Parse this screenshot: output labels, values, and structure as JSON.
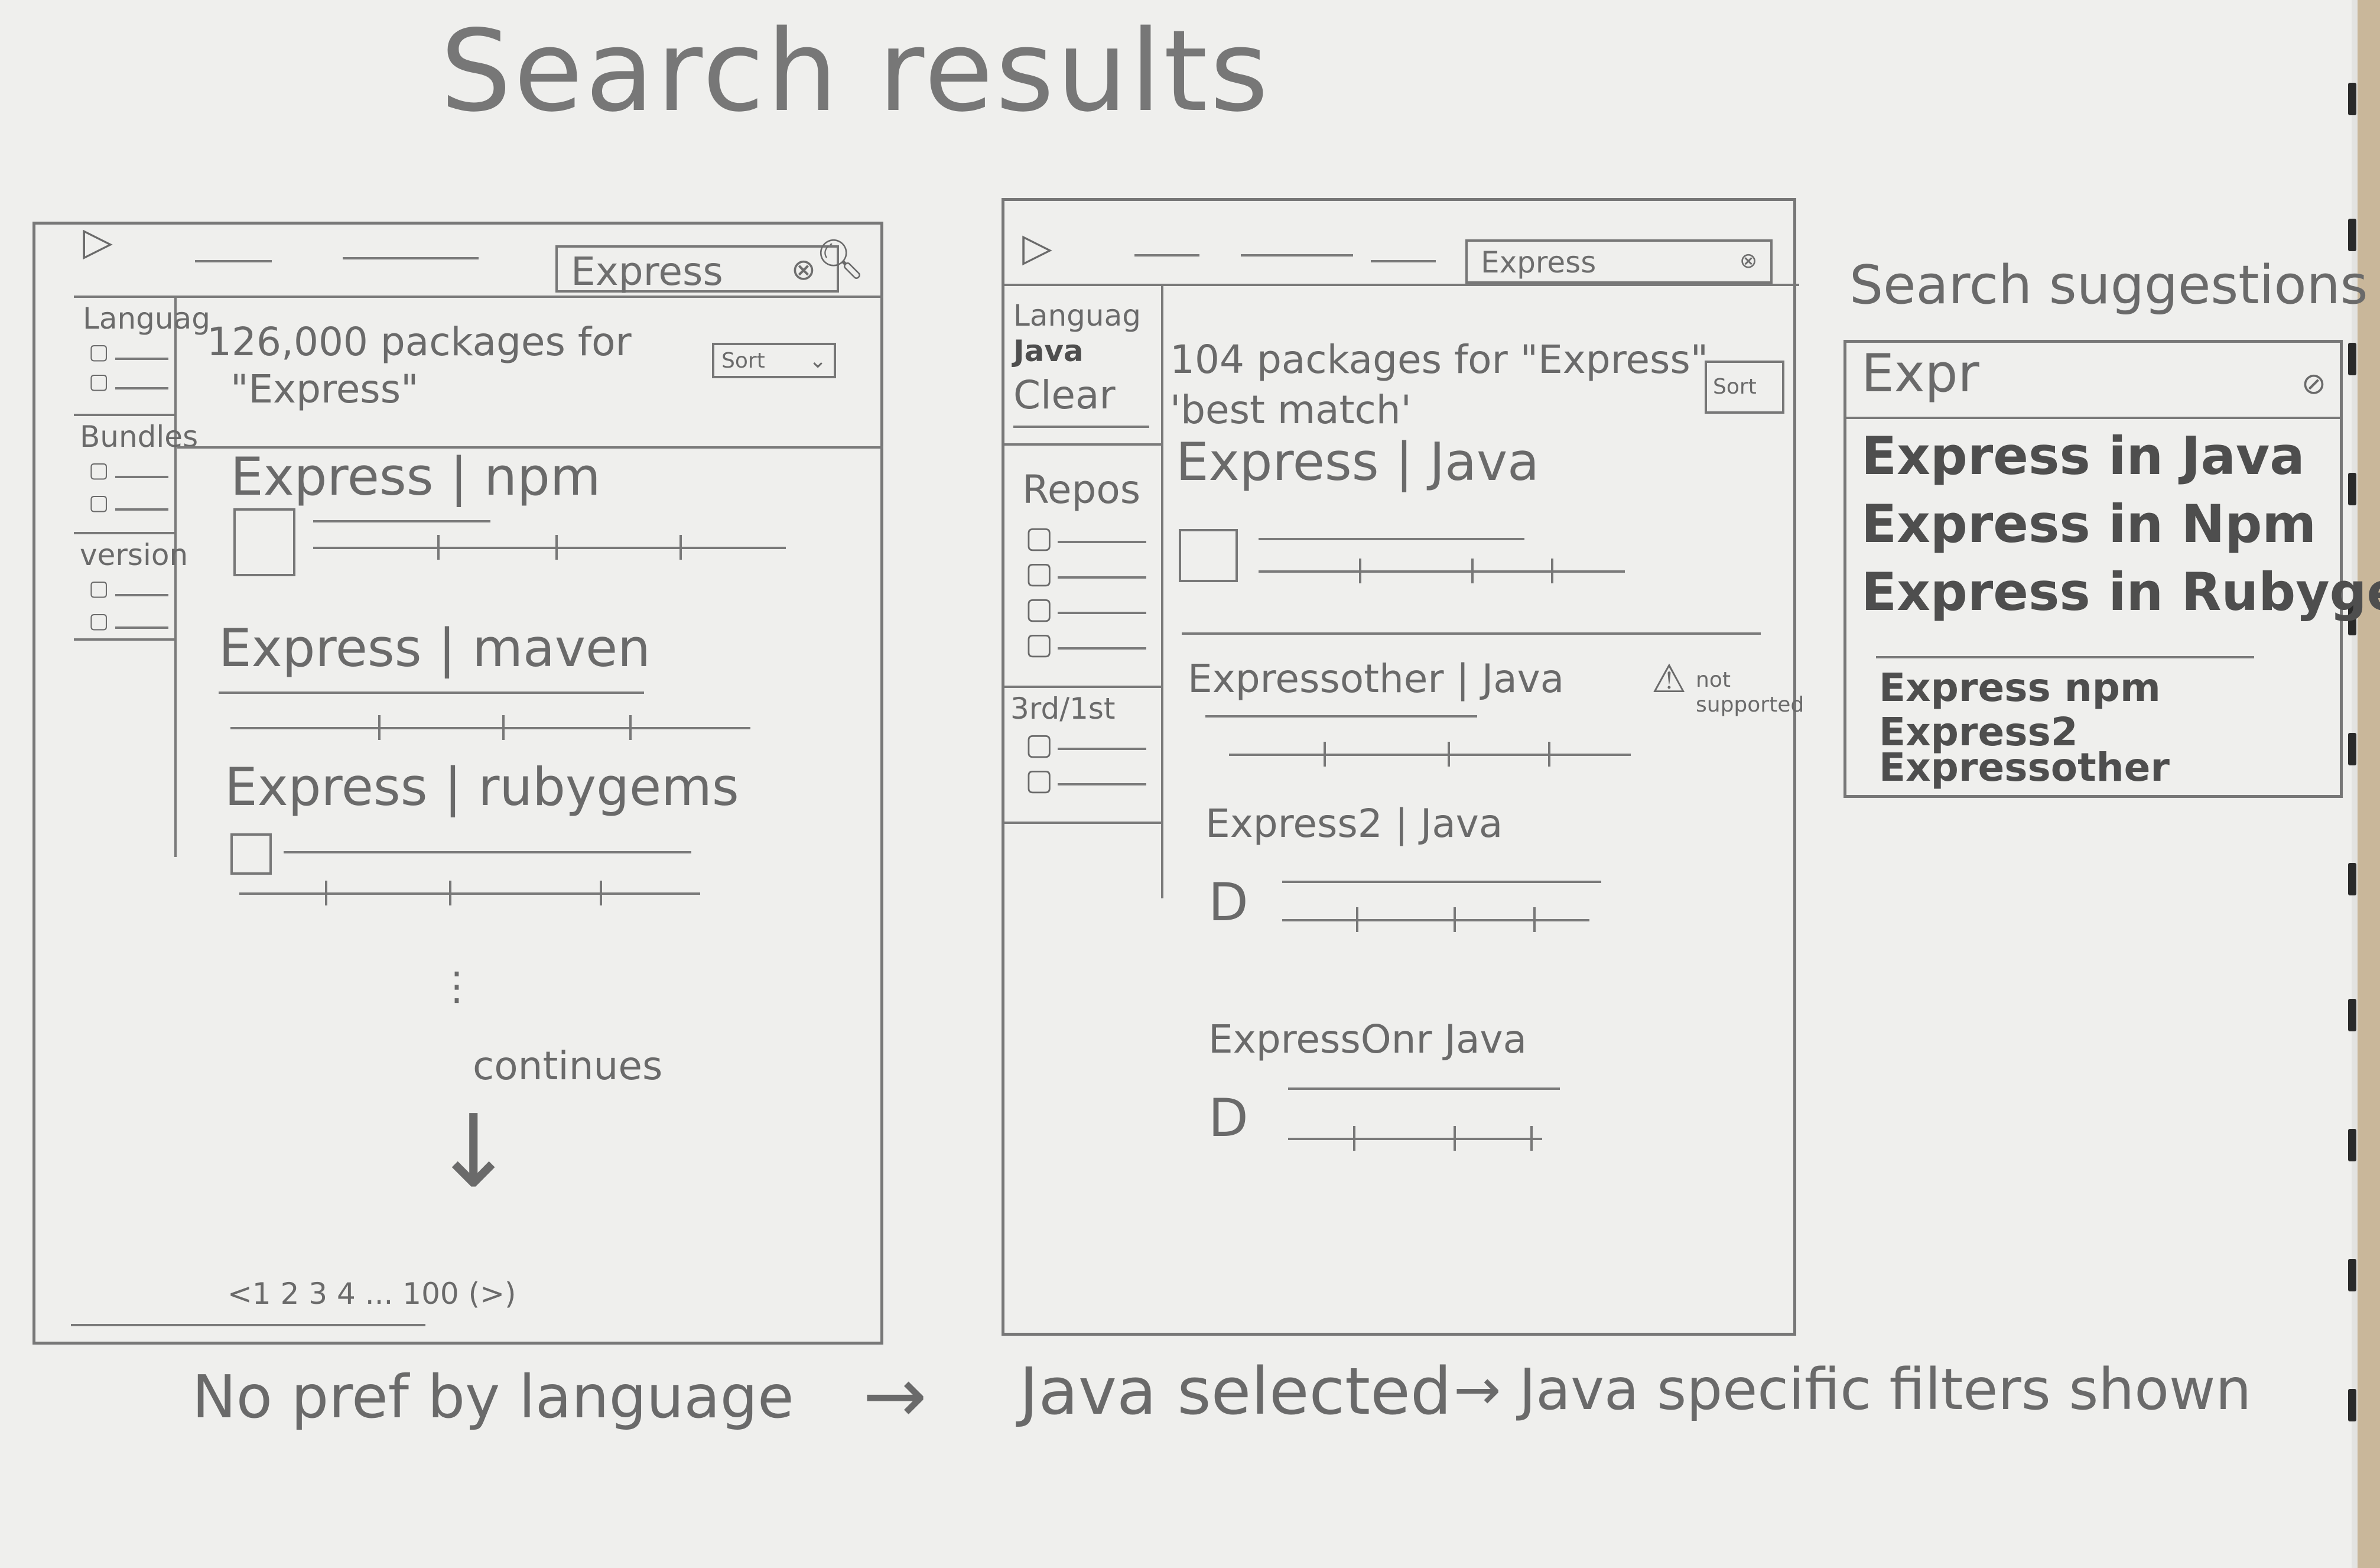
{
  "page_title": "Search results",
  "wireframe_1": {
    "search_value": "Express",
    "sidebar": {
      "language_heading": "Languag",
      "build_heading": "Bundles",
      "version_heading": "version"
    },
    "result_count": "126,000 packages for",
    "result_query": "\"Express\"",
    "sort_label": "Sort",
    "results": [
      {
        "name": "Express | npm"
      },
      {
        "name": "Express | maven"
      },
      {
        "name": "Express | rubygems"
      }
    ],
    "continues_label": "continues",
    "pagination": "<1 2 3 4 ... 100 (>)"
  },
  "wireframe_2": {
    "search_value": "Express",
    "sidebar": {
      "language_heading": "Languag",
      "selected_language": "Java",
      "clear_label": "Clear",
      "repos_heading": "Repos",
      "party_heading": "3rd/1st"
    },
    "result_count": "104 packages for \"Express\"",
    "best_match": "'best match'",
    "sort_label": "Sort",
    "results": [
      {
        "name": "Express | Java"
      },
      {
        "name": "Expressother | Java",
        "warning": "not supported"
      },
      {
        "name": "Express2 | Java"
      },
      {
        "name": "ExpressOnr Java"
      }
    ]
  },
  "suggestions": {
    "heading": "Search suggestions",
    "query": "Expr",
    "items": [
      "Express in Java",
      "Express in Npm",
      "Express in Rubygems"
    ],
    "more_items": [
      "Express npm",
      "Express2",
      "Expressother"
    ]
  },
  "captions": {
    "left": "No pref by language",
    "arrow": "→",
    "middle": "Java selected",
    "right": "→ Java specific filters shown"
  },
  "colors": {
    "paper": "#efefed",
    "pencil": "#6e6e6e",
    "desk": "#c9b79a"
  }
}
